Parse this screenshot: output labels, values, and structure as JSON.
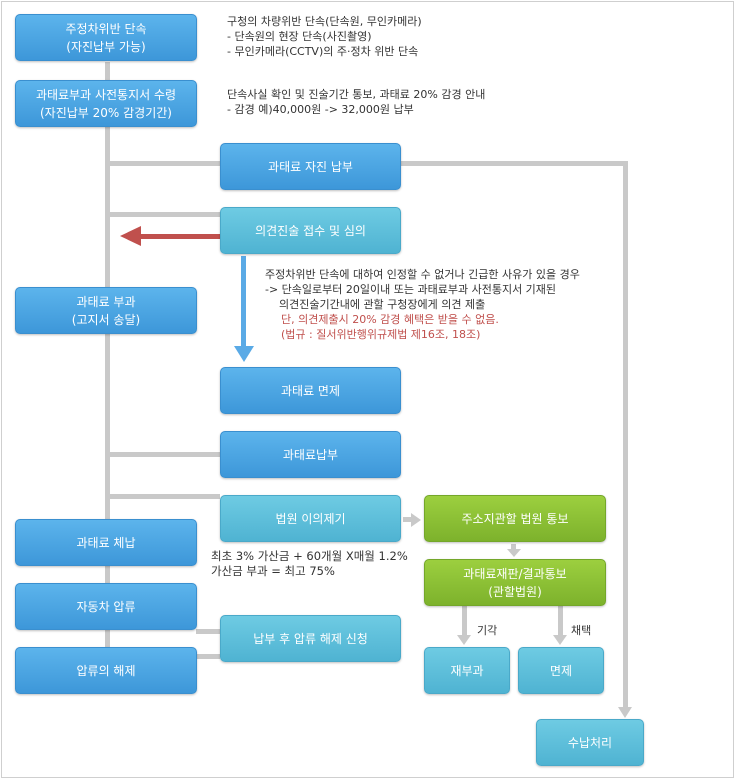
{
  "boxes": {
    "b1": [
      "주정차위반 단속",
      "(자진납부 가능)"
    ],
    "b2": [
      "과태료부과 사전통지서 수령",
      "(자진납부 20% 감경기간)"
    ],
    "b3": [
      "과태료 자진 납부"
    ],
    "b4": [
      "의견진술 접수 및 심의"
    ],
    "b5": [
      "과태료 부과",
      "(고지서 송달)"
    ],
    "b6": [
      "과태료 면제"
    ],
    "b7": [
      "과태료납부"
    ],
    "b8": [
      "법원 이의제기"
    ],
    "b9": [
      "주소지관할 법원 통보"
    ],
    "b10": [
      "과태료 체납"
    ],
    "b11": [
      "과태료재판/결과통보",
      "(관할법원)"
    ],
    "b12": [
      "자동차 압류"
    ],
    "b13": [
      "납부 후 압류 해제 신청"
    ],
    "b14": [
      "압류의 해제"
    ],
    "b15": [
      "재부과"
    ],
    "b16": [
      "면제"
    ],
    "b17": [
      "수납처리"
    ]
  },
  "notes": {
    "n1": [
      "구청의 차량위반 단속(단속원, 무인카메라)",
      "- 단속원의 현장 단속(사진촬영)",
      "- 무인카메라(CCTV)의 주·정차 위반 단속"
    ],
    "n2": [
      "단속사실 확인 및 진술기간 통보, 과태료 20% 감경 안내",
      "- 감경 예)40,000원 -> 32,000원 납부"
    ],
    "n3": [
      "주정차위반 단속에 대하여 인정할 수 없거나 긴급한 사유가 있을 경우",
      "-> 단속일로부터 20일이내 또는 과태료부과 사전통지서 기재된",
      "    의견진술기간내에 관할 구청장에게 의견 제출"
    ],
    "n3_red": [
      "단, 의견제출시 20% 감경 혜택은 받을 수 없음.",
      "(법규 : 질서위반행위규제법 제16조, 18조)"
    ],
    "n4": [
      "최초 3% 가산금 + 60개월 X매월 1.2%",
      "가산금 부과 = 최고 75%"
    ]
  },
  "labels": {
    "reject": "기각",
    "accept": "채택"
  },
  "colors": {
    "blue": "#4aa5e3",
    "teal": "#5cc0dc",
    "green": "#8cc13a",
    "connector": "#c9c9c9",
    "red_arrow": "#c0504d",
    "blue_arrow": "#5aaae6"
  }
}
